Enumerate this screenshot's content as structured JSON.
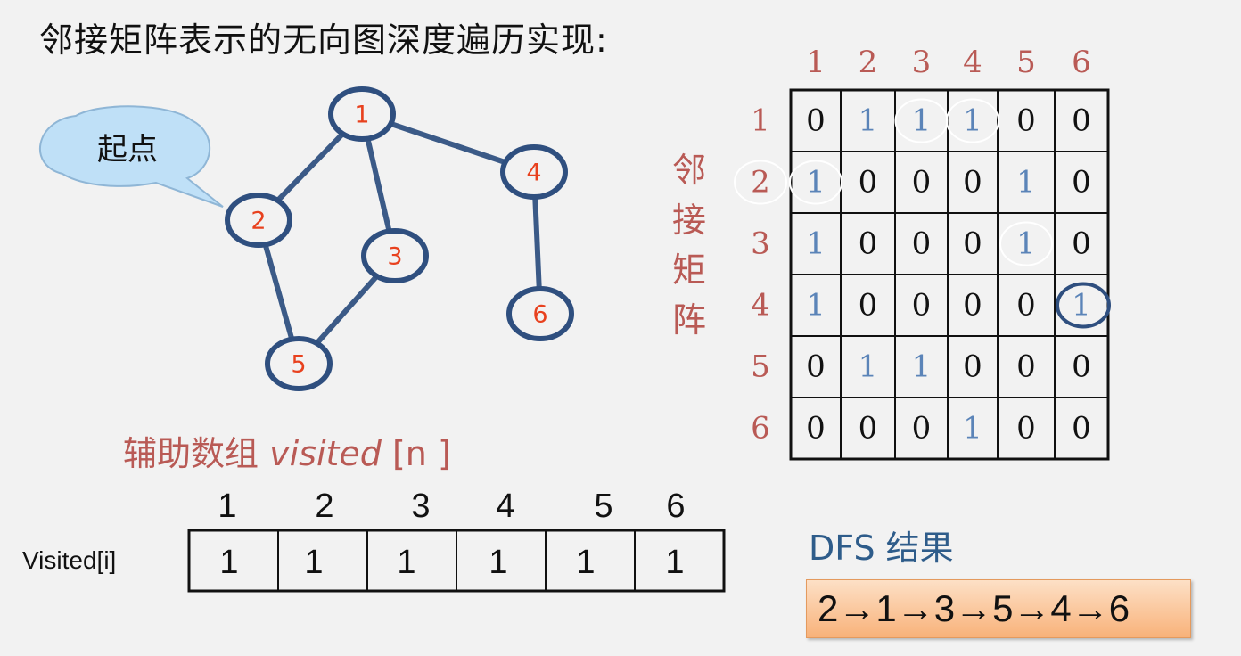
{
  "title": "邻接矩阵表示的无向图深度遍历实现:",
  "callout": {
    "text": "起点"
  },
  "graph": {
    "nodes": [
      "1",
      "2",
      "3",
      "4",
      "5",
      "6"
    ],
    "edges": [
      [
        "1",
        "2"
      ],
      [
        "1",
        "3"
      ],
      [
        "1",
        "4"
      ],
      [
        "2",
        "5"
      ],
      [
        "3",
        "5"
      ],
      [
        "4",
        "6"
      ]
    ],
    "colors": {
      "ring": "#2f4f7f",
      "label": "#e8411e",
      "edge": "#3b5a87"
    }
  },
  "matrix": {
    "side_label": [
      "邻",
      "接",
      "矩",
      "阵"
    ],
    "col_headers": [
      "1",
      "2",
      "3",
      "4",
      "5",
      "6"
    ],
    "row_headers": [
      "1",
      "2",
      "3",
      "4",
      "5",
      "6"
    ],
    "rows": [
      [
        "0",
        "1",
        "1",
        "1",
        "0",
        "0"
      ],
      [
        "1",
        "0",
        "0",
        "0",
        "1",
        "0"
      ],
      [
        "1",
        "0",
        "0",
        "0",
        "1",
        "0"
      ],
      [
        "1",
        "0",
        "0",
        "0",
        "0",
        "1"
      ],
      [
        "0",
        "1",
        "1",
        "0",
        "0",
        "0"
      ],
      [
        "0",
        "0",
        "0",
        "1",
        "0",
        "0"
      ]
    ],
    "colors": {
      "header": "#b95a55",
      "zero": "#111111",
      "one": "#5b84b8",
      "highlight": "#2f4f7f"
    }
  },
  "aux": {
    "label_prefix": "辅助数组 ",
    "label_var": "visited",
    "label_suffix": " [n ]"
  },
  "visited": {
    "row_label": "Visited[i]",
    "headers": [
      "1",
      "2",
      "3",
      "4",
      "5",
      "6"
    ],
    "values": [
      "1",
      "1",
      "1",
      "1",
      "1",
      "1"
    ]
  },
  "dfs": {
    "title": "DFS 结果",
    "result": "2→1→3→5→4→6"
  }
}
